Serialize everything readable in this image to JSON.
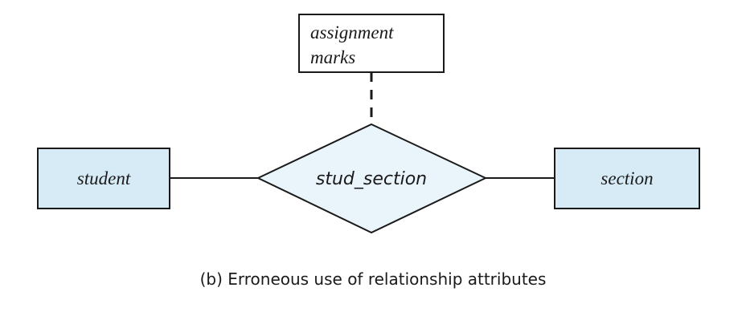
{
  "diagram": {
    "entities": {
      "left": "student",
      "right": "section"
    },
    "relationship": "stud_section",
    "attribute_lines": [
      "assignment",
      "marks"
    ],
    "colors": {
      "entity_fill": "#d6ebf6",
      "relationship_fill": "#eaf4fb",
      "stroke": "#1a1a1a"
    }
  },
  "caption": "(b) Erroneous use of relationship attributes"
}
